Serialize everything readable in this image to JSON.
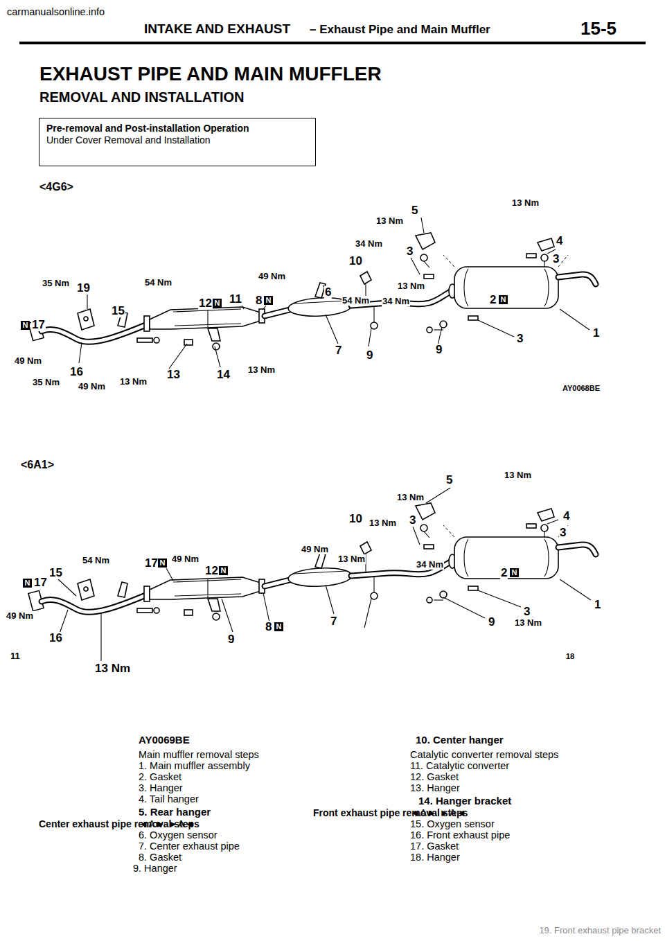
{
  "diagram": {
    "title": "EXHAUST PIPE AND MAIN MUFFLER",
    "nodes": [
      {
        "text": [
          "Pre-removal and Post-installation Operation",
          "Under Cover Removal and Installation"
        ]
      }
    ],
    "labels": [
      "INTAKE AND EXHAUST",
      "– Exhaust Pipe and Main Muffler",
      "15-5",
      "REMOVAL AND INSTALLATION",
      "<4G6>",
      "5",
      "13 Nm",
      "13 Nm",
      "4",
      "34 Nm",
      "3",
      "10",
      "3",
      "35 Nm",
      "19",
      "54 Nm",
      "49 Nm",
      "6",
      "13 Nm",
      "54 Nm",
      "34 Nm",
      "2",
      "N",
      "15",
      "12",
      "N",
      "11",
      "8",
      "N",
      "N",
      "17",
      "1",
      "3",
      "7",
      "9",
      "9",
      "49 Nm",
      "16",
      "13",
      "14",
      "13 Nm",
      "35 Nm",
      "49 Nm",
      "13 Nm",
      "AY0068BE",
      "<6A1>",
      "5",
      "13 Nm",
      "13 Nm",
      "4",
      "10",
      "13 Nm",
      "3",
      "3",
      "49 Nm",
      "13 Nm",
      "54 Nm",
      "17",
      "N",
      "49 Nm",
      "34 Nm",
      "12",
      "N",
      "2",
      "N",
      "N",
      "17",
      "15",
      "1",
      "3",
      "7",
      "49 Nm",
      "9",
      "13 Nm",
      "16",
      "8",
      "N",
      "9",
      "11",
      "13 Nm",
      "18",
      "AY0069BE",
      "Main muffler removal steps",
      "1. Main muffler assembly",
      "2. Gasket",
      "3. Hanger",
      "4. Tail hanger",
      "5. Rear hanger",
      "Center exhaust pipe removal steps",
      "◄A► ►A◄",
      "6. Oxygen sensor",
      "7. Center exhaust pipe",
      "8. Gasket",
      "9. Hanger",
      "10. Center hanger",
      "Catalytic converter removal steps",
      "11. Catalytic converter",
      "12. Gasket",
      "13. Hanger",
      "14. Hanger bracket",
      "Front exhaust pipe removal steps",
      "◄A► ►A◄",
      "15. Oxygen sensor",
      "16. Front exhaust pipe",
      "17. Gasket",
      "18. Hanger",
      "19. Front exhaust pipe bracket",
      "carmanualsonline.info"
    ]
  }
}
